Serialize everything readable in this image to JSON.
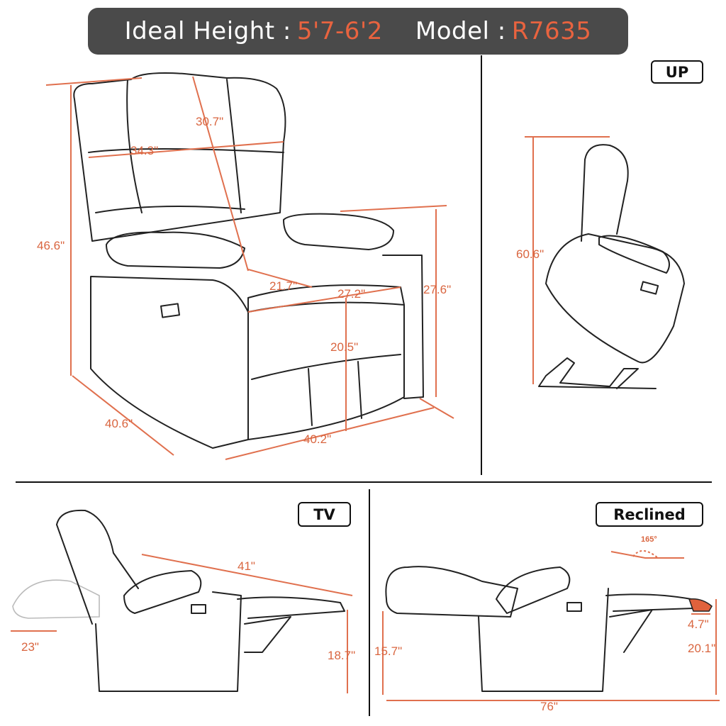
{
  "banner": {
    "height_label": "Ideal Height :",
    "height_value": "5'7-6'2",
    "model_label": "Model :",
    "model_value": "R7635"
  },
  "colors": {
    "accent": "#e8633f",
    "banner_bg": "#4a4a4a",
    "dimension": "#d9653f"
  },
  "views": {
    "main": {
      "dimensions": [
        "30.7\"",
        "34.3\"",
        "46.6\"",
        "21.7\"",
        "27.2\"",
        "27.6\"",
        "20.5\"",
        "40.6\"",
        "40.2\""
      ]
    },
    "up": {
      "label": "UP",
      "dimensions": [
        "60.6\""
      ]
    },
    "tv": {
      "label": "TV",
      "dimensions": [
        "41\"",
        "23\"",
        "18.7\""
      ]
    },
    "reclined": {
      "label": "Reclined",
      "angle": "165°",
      "dimensions": [
        "4.7\"",
        "15.7\"",
        "20.1\"",
        "76\""
      ]
    }
  }
}
